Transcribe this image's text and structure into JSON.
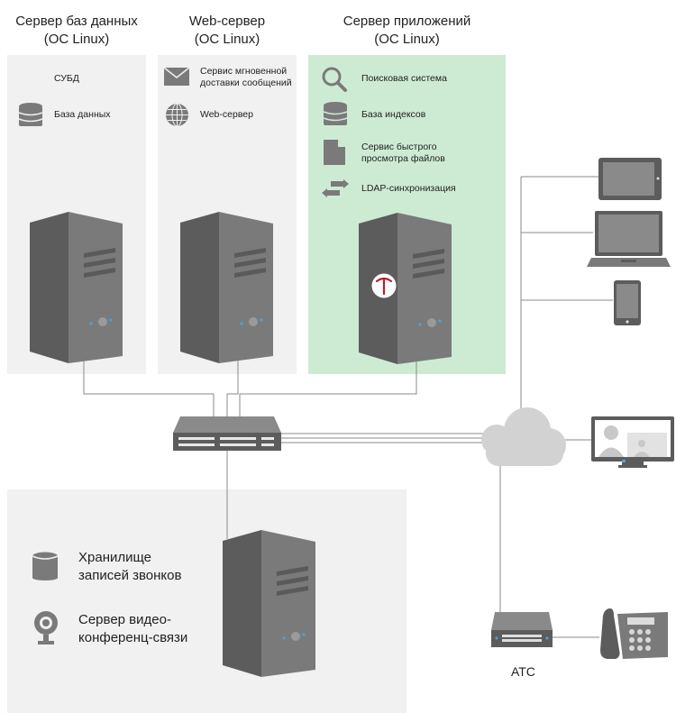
{
  "servers": {
    "db": {
      "title": "Сервер баз данных",
      "os": "(ОС Linux)",
      "services": [
        "СУБД",
        "База данных"
      ]
    },
    "web": {
      "title": "Web-сервер",
      "os": "(ОС Linux)",
      "services": [
        "Сервис мгновенной доставки сообщений",
        "Web-сервер"
      ]
    },
    "app": {
      "title": "Сервер приложений",
      "os": "(ОС Linux)",
      "services": [
        "Поисковая система",
        "База индексов",
        "Сервис быстрого просмотра файлов",
        "LDAP-синхронизация"
      ]
    }
  },
  "storage": {
    "line1": "Хранилище",
    "line2": "записей звонков",
    "video1": "Сервер видео-",
    "video2": "конференц-связи"
  },
  "pbx": {
    "label": "АТС"
  },
  "colors": {
    "panel": "#f1f1f1",
    "panel_green": "#cdebd3",
    "server": "#6e6e6e",
    "line": "#8a8a8a",
    "logo": "#b4202a"
  }
}
